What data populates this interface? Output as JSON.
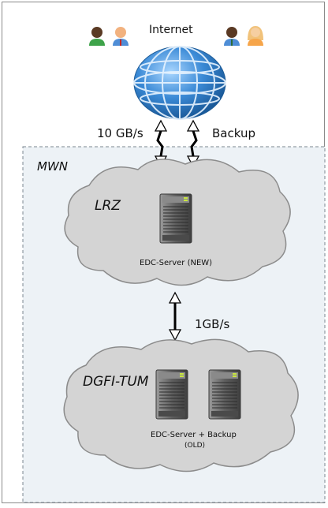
{
  "internet": {
    "label": "Internet"
  },
  "links": {
    "left_label": "10 GB/s",
    "right_label": "Backup",
    "lower_label": "1GB/s"
  },
  "mwn": {
    "label": "MWN"
  },
  "lrz": {
    "label": "LRZ",
    "server_caption": "EDC-Server (NEW)"
  },
  "dgfi": {
    "label": "DGFI-TUM",
    "server_caption_line1": "EDC-Server + Backup",
    "server_caption_line2": "(OLD)"
  },
  "colors": {
    "mwn_fill": "#edf2f6",
    "mwn_border": "#7b8790",
    "cloud_fill": "#d4d4d4",
    "cloud_stroke": "#8c8c8c",
    "globe_blue": "#2f7fc9",
    "server_gray": "#6f6f6f"
  },
  "icons": [
    "person-icon",
    "globe-icon",
    "server-icon",
    "cloud-shape",
    "arrow-icon"
  ]
}
